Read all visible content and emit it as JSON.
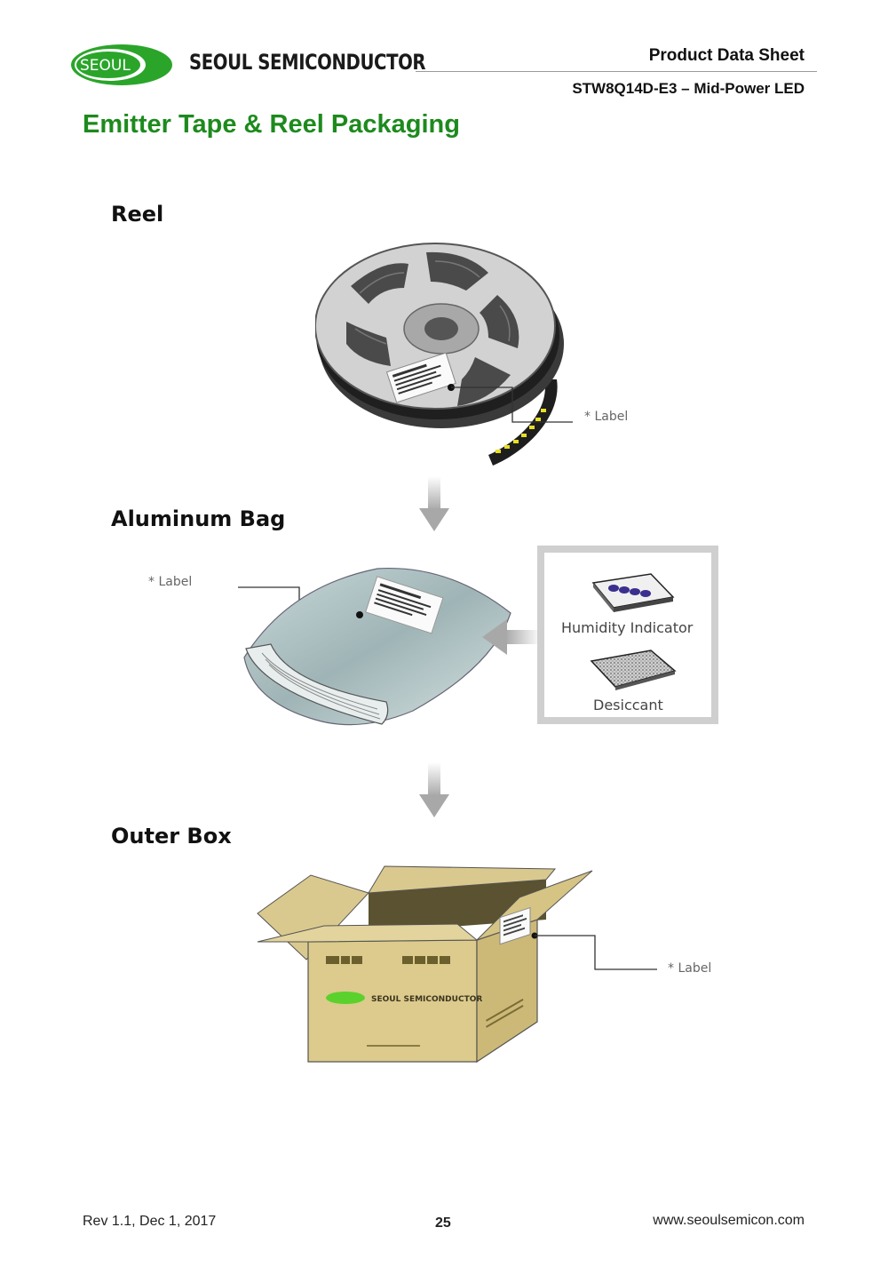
{
  "header": {
    "logo_text": "SEOUL",
    "brand": "SEOUL SEMICONDUCTOR",
    "doc_type": "Product Data Sheet",
    "doc_subtitle": "STW8Q14D-E3 – Mid-Power LED"
  },
  "page_title": "Emitter Tape & Reel Packaging",
  "sections": {
    "reel": {
      "title": "Reel",
      "callout": "* Label"
    },
    "bag": {
      "title": "Aluminum Bag",
      "callout": "* Label",
      "inset": {
        "humidity_label": "Humidity Indicator",
        "desiccant_label": "Desiccant"
      }
    },
    "box": {
      "title": "Outer Box",
      "callout": "* Label",
      "box_print": "SEOUL SEMICONDUCTOR"
    }
  },
  "footer": {
    "revision": "Rev 1.1, Dec 1, 2017",
    "page_number": "25",
    "url": "www.seoulsemicon.com"
  },
  "colors": {
    "brand_green": "#1d8a1d",
    "logo_green": "#2aa52a",
    "box_tan": "#d9c789",
    "arrow_gray": "#b8b8b8"
  }
}
